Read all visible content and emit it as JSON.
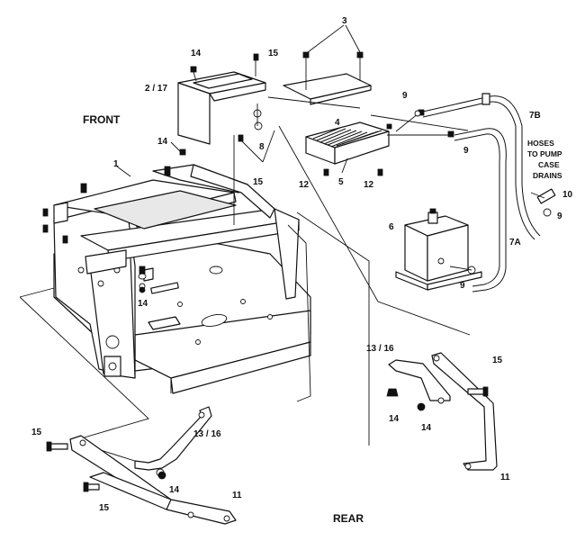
{
  "labels": {
    "front": "FRONT",
    "rear": "REAR",
    "hoses_note": [
      "HOSES",
      "TO PUMP",
      "CASE",
      "DRAINS"
    ]
  },
  "callouts": {
    "c1": "1",
    "c2_17": "2 / 17",
    "c3": "3",
    "c4": "4",
    "c5": "5",
    "c6": "6",
    "c7a": "7A",
    "c7b": "7B",
    "c8": "8",
    "c9a": "9",
    "c9b": "9",
    "c9c": "9",
    "c9d": "9",
    "c10": "10",
    "c11_left": "11",
    "c11_right": "11",
    "c12_left": "12",
    "c12_right": "12",
    "c13_16_left": "13 / 16",
    "c13_16_right": "13 / 16",
    "c14_top": "14",
    "c14_upper": "14",
    "c14_mid": "14",
    "c14_left": "14",
    "c14_right_a": "14",
    "c14_right_b": "14",
    "c15_top": "15",
    "c15_mid": "15",
    "c15_left_a": "15",
    "c15_left_b": "15",
    "c15_right": "15"
  }
}
